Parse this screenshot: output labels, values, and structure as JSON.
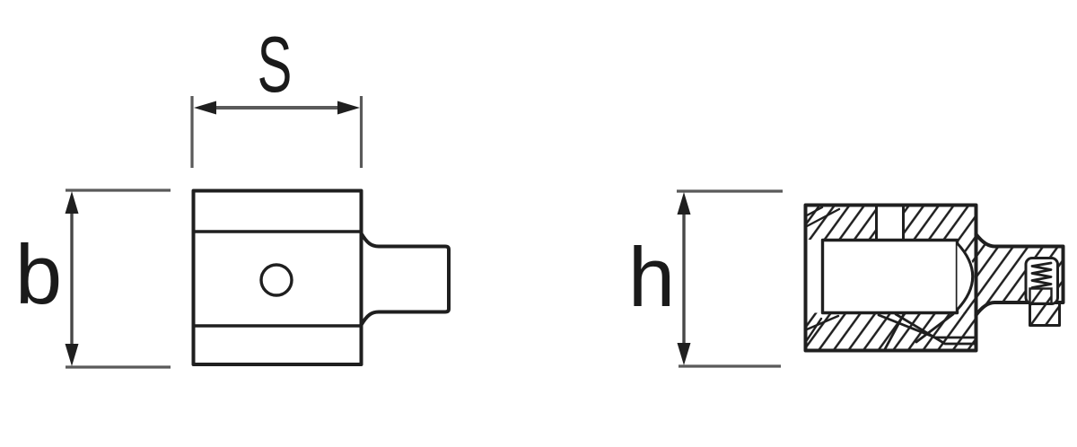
{
  "drawing": {
    "views": {
      "front": {
        "label_width": "S",
        "label_height": "b"
      },
      "section": {
        "label_height": "h"
      }
    },
    "colors": {
      "background": "#ffffff",
      "outline": "#1f1f1f",
      "dimension_line": "#474747",
      "extension_line": "#5a5a5a",
      "label_text": "#1a1a1a"
    }
  }
}
